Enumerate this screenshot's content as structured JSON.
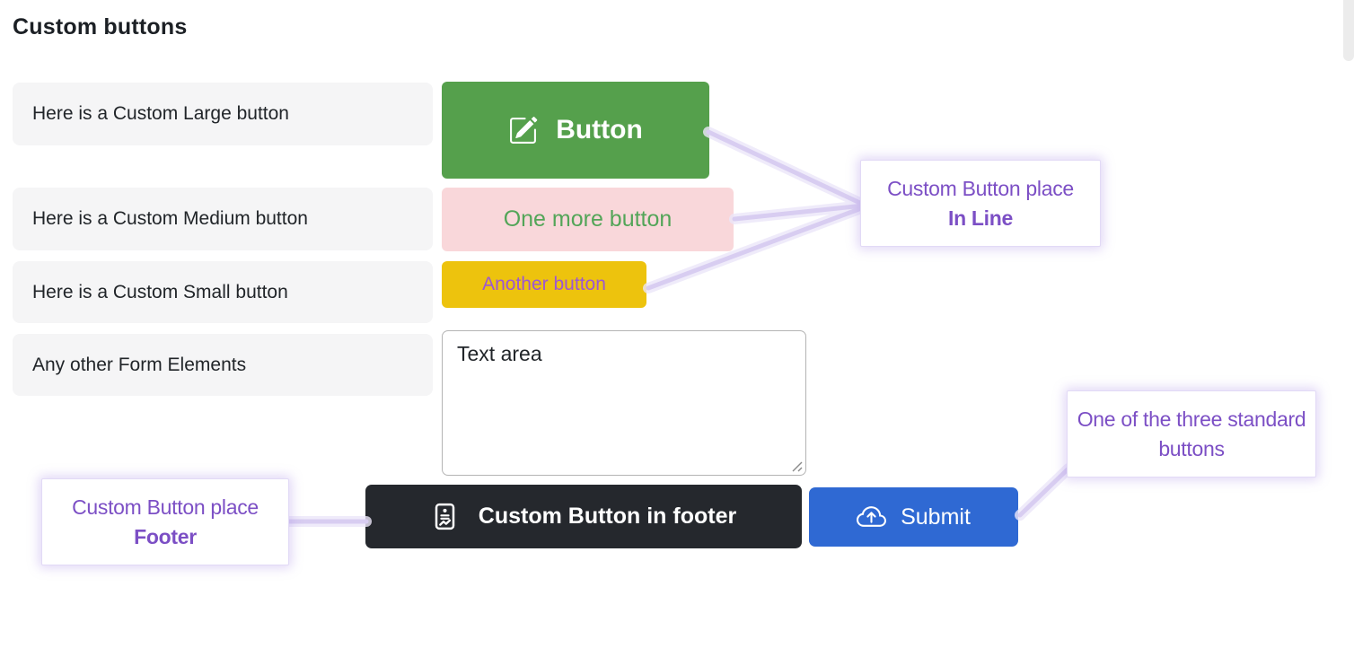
{
  "page": {
    "title": "Custom buttons"
  },
  "rows": [
    {
      "label": "Here is a Custom Large button"
    },
    {
      "label": "Here is a Custom Medium button"
    },
    {
      "label": "Here is a Custom Small button"
    },
    {
      "label": "Any other Form Elements"
    }
  ],
  "buttons": {
    "large": {
      "label": "Button",
      "icon": "pencil-square-icon",
      "bg": "#55a04c",
      "color": "#ffffff"
    },
    "medium": {
      "label": "One more button",
      "bg": "#f9d7da",
      "color": "#53a558"
    },
    "small": {
      "label": "Another button",
      "bg": "#edc30d",
      "color": "#9c57d3"
    }
  },
  "textarea": {
    "value": "Text area"
  },
  "footer": {
    "custom_button": {
      "label": "Custom Button in footer",
      "icon": "document-report-icon",
      "bg": "#25282d",
      "color": "#ffffff"
    },
    "submit_button": {
      "label": "Submit",
      "icon": "cloud-upload-icon",
      "bg": "#2f69d3",
      "color": "#ffffff"
    }
  },
  "annotations": {
    "inline": {
      "line1": "Custom Button place",
      "line2": "In Line"
    },
    "standard": {
      "text": "One of the three standard buttons"
    },
    "footer": {
      "line1": "Custom Button place",
      "line2": "Footer"
    },
    "accent_color": "#7c4fc5",
    "connector_color": "#d8cdf1"
  }
}
